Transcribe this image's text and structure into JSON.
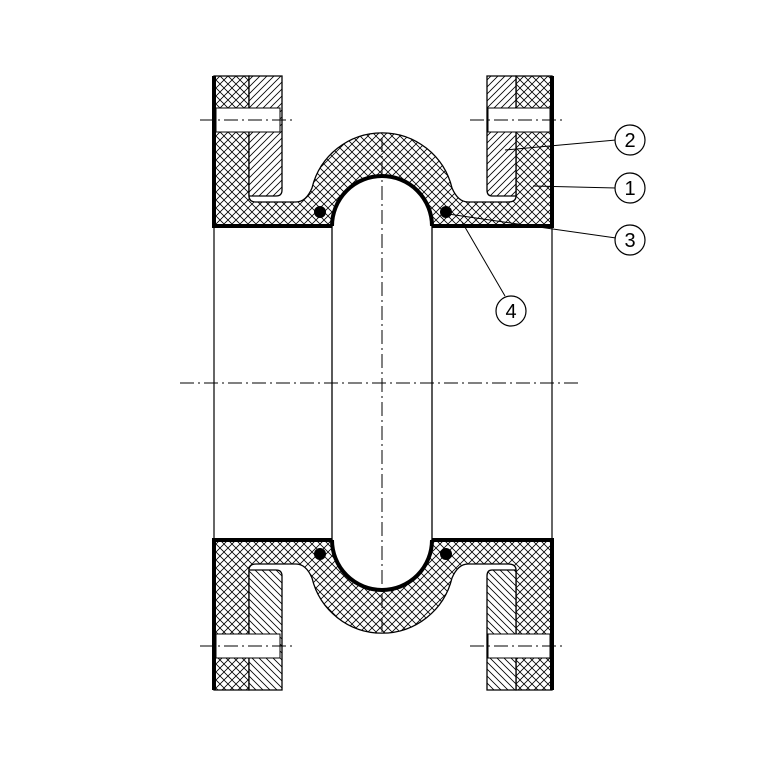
{
  "diagram": {
    "callouts": [
      {
        "id": "part-1",
        "label": "1"
      },
      {
        "id": "part-2",
        "label": "2"
      },
      {
        "id": "part-3",
        "label": "3"
      },
      {
        "id": "part-4",
        "label": "4"
      }
    ]
  }
}
